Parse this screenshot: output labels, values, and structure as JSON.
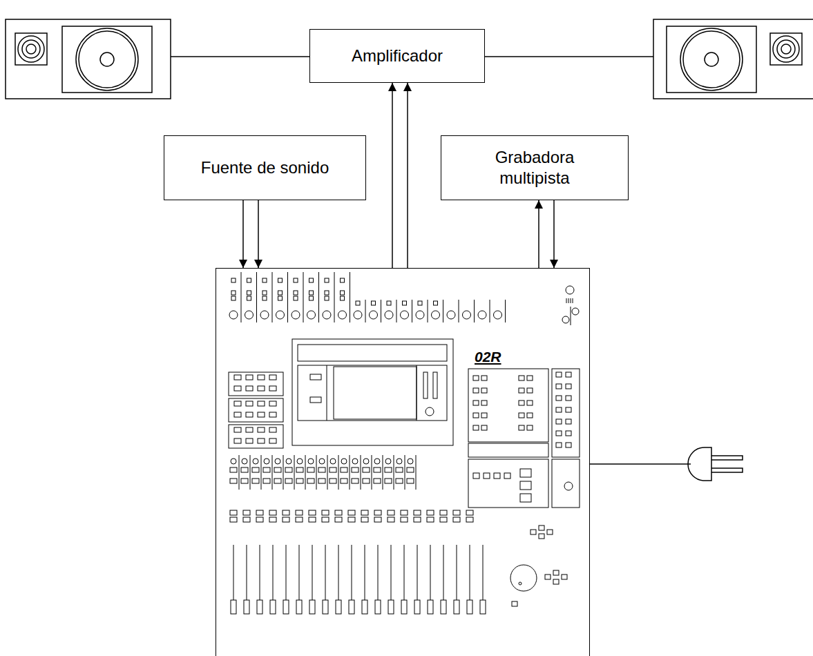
{
  "diagram": {
    "nodes": [
      {
        "text": [
          "Amplificador"
        ]
      },
      {
        "text": [
          "Fuente de sonido"
        ]
      },
      {
        "text": [
          "Grabadora multipista"
        ]
      },
      {
        "text": [
          "02R"
        ]
      }
    ],
    "edges": [
      {
        "from": 1,
        "to": 3,
        "arrow": "to"
      },
      {
        "from": 1,
        "to": 3,
        "arrow": "to"
      },
      {
        "from": 3,
        "to": 0,
        "arrow": "to"
      },
      {
        "from": 3,
        "to": 0,
        "arrow": "to"
      },
      {
        "from": 3,
        "to": 2,
        "arrow": "to"
      },
      {
        "from": 2,
        "to": 3,
        "arrow": "to"
      }
    ]
  }
}
